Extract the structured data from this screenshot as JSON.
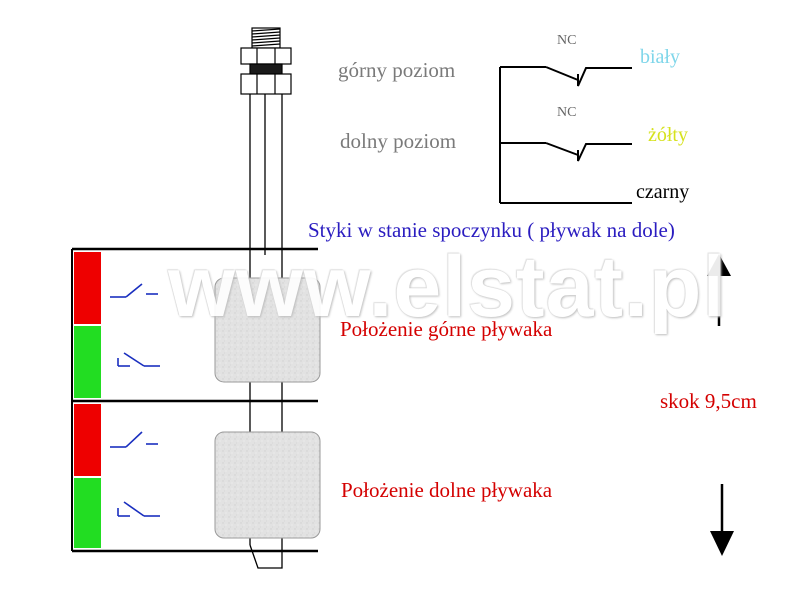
{
  "schematic": {
    "nc_top": "NC",
    "nc_bottom": "NC",
    "upper_level_label": "górny poziom",
    "lower_level_label": "dolny poziom",
    "wire_white": "biały",
    "wire_yellow": "żółty",
    "wire_black": "czarny",
    "colors": {
      "white_wire": "#7fd6ea",
      "yellow_wire": "#d6e21e",
      "black_wire": "#000000",
      "label_gray": "#7a7a7a"
    }
  },
  "status_caption": "Styki w stanie spoczynku ( pływak na dole)",
  "watermark": "www.elstat.pl",
  "float_positions": {
    "upper": "Położenie górne pływaka",
    "lower": "Położenie dolne pływaka"
  },
  "stroke_label": "skok 9,5cm",
  "indicator_colors": {
    "red": "#ee0000",
    "green": "#22dd22",
    "switch_symbol": "#1a2fbf"
  },
  "icons": {
    "up": "arrow-up-icon",
    "down": "arrow-down-icon"
  }
}
